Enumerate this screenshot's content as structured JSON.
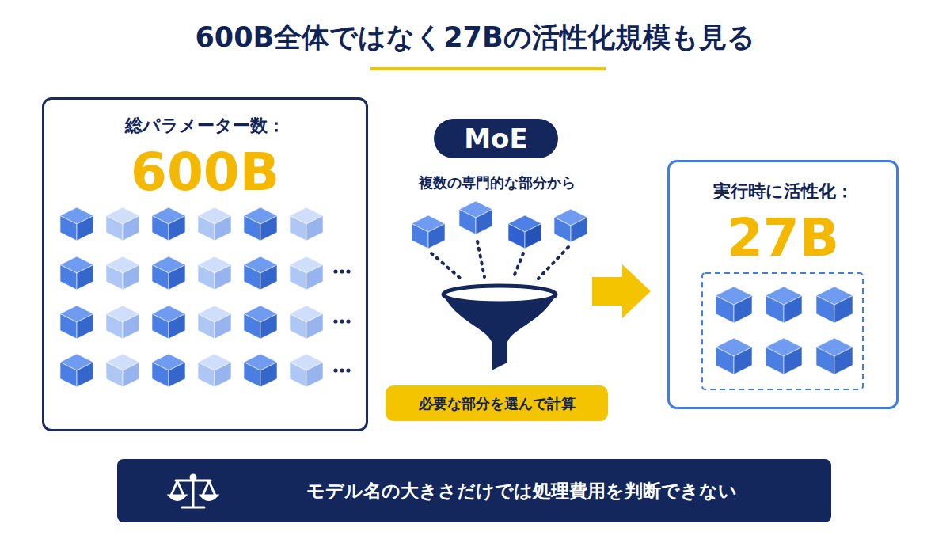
{
  "diagram": {
    "title": "600B全体ではなく27Bの活性化規模も見る",
    "nodes": [
      {
        "text": [
          "総パラメーター数：",
          "600B"
        ]
      },
      {
        "text": [
          "MoE"
        ]
      },
      {
        "text": [
          "実行時に活性化：",
          "27B"
        ]
      },
      {
        "text": [
          "必要な部分を選んで計算"
        ]
      },
      {
        "text": [
          "モデル名の大きさだけでは処理費用を判断できない"
        ]
      }
    ],
    "labels": [
      "複数の専門的な部分から"
    ]
  }
}
